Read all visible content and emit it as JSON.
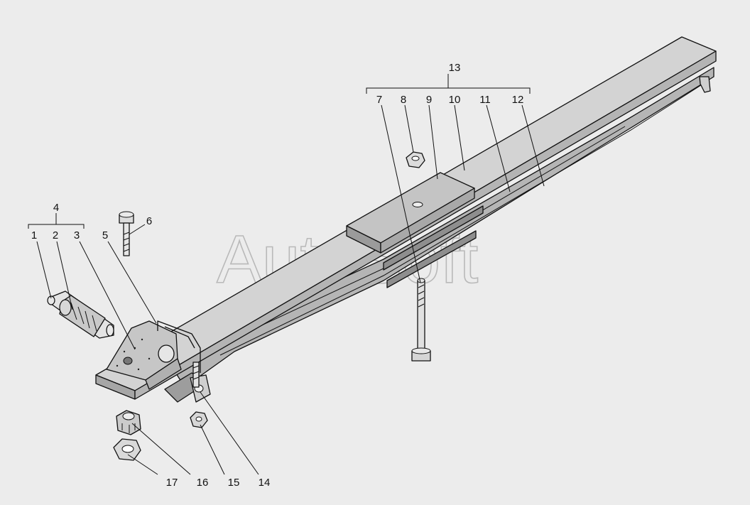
{
  "watermark": "AutoSoft",
  "labels": {
    "l1": "1",
    "l2": "2",
    "l3": "3",
    "l4": "4",
    "l5": "5",
    "l6": "6",
    "l7": "7",
    "l8": "8",
    "l9": "9",
    "l10": "10",
    "l11": "11",
    "l12": "12",
    "l13": "13",
    "l14": "14",
    "l15": "15",
    "l16": "16",
    "l17": "17"
  },
  "colors": {
    "background": "#ececec",
    "leaf_top": "#cfcfcf",
    "leaf_side": "#a9a9a9",
    "pad": "#bdbdbd",
    "metal": "#e2e2e2",
    "dark": "#8f8f8f"
  }
}
